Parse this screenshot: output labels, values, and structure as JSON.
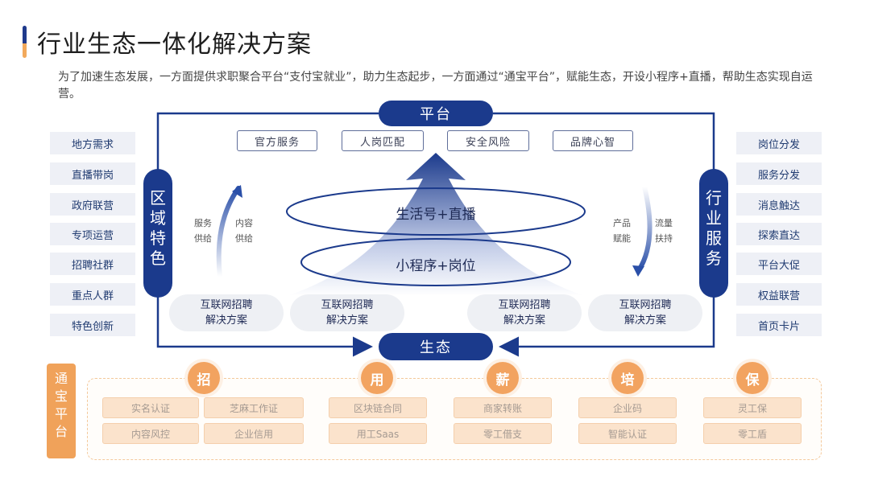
{
  "title": "行业生态一体化解决方案",
  "subtitle": "为了加速生态发展，一方面提供求职聚合平台“支付宝就业”，助力生态起步，一方面通过“通宝平台”，赋能生态，开设小程序+直播，帮助生态实现自运营。",
  "left_items": [
    "地方需求",
    "直播带岗",
    "政府联营",
    "专项运营",
    "招聘社群",
    "重点人群",
    "特色创新"
  ],
  "right_items": [
    "岗位分发",
    "服务分发",
    "消息触达",
    "探索直达",
    "平台大促",
    "权益联营",
    "首页卡片"
  ],
  "platform_label": "平台",
  "ecology_label": "生态",
  "region_label": [
    "区",
    "域",
    "特",
    "色"
  ],
  "industry_label": [
    "行",
    "业",
    "服",
    "务"
  ],
  "platform_boxes": [
    "官方服务",
    "人岗匹配",
    "安全风险",
    "品牌心智"
  ],
  "ellipse_top": "生活号+直播",
  "ellipse_bottom": "小程序+岗位",
  "left_arrow_text": {
    "col1": [
      "服务",
      "供给"
    ],
    "col2": [
      "内容",
      "供给"
    ]
  },
  "right_arrow_text": {
    "col1": [
      "产品",
      "赋能"
    ],
    "col2": [
      "流量",
      "扶持"
    ]
  },
  "solutions": [
    [
      "互联网招聘",
      "解决方案"
    ],
    [
      "互联网招聘",
      "解决方案"
    ],
    [
      "互联网招聘",
      "解决方案"
    ],
    [
      "互联网招聘",
      "解决方案"
    ]
  ],
  "tongbao_label": [
    "通",
    "宝",
    "平",
    "台"
  ],
  "tongbao_groups": [
    {
      "circle": "招",
      "chips": [
        "实名认证",
        "芝麻工作证",
        "内容风控",
        "企业信用"
      ]
    },
    {
      "circle": "用",
      "chips": [
        "区块链合同",
        "用工Saas"
      ]
    },
    {
      "circle": "薪",
      "chips": [
        "商家转账",
        "零工借支"
      ]
    },
    {
      "circle": "培",
      "chips": [
        "企业码",
        "智能认证"
      ]
    },
    {
      "circle": "保",
      "chips": [
        "灵工保",
        "零工盾"
      ]
    }
  ],
  "colors": {
    "navy": "#1b3a8c",
    "orange": "#f2a360",
    "light_gray": "#eef0f6"
  }
}
